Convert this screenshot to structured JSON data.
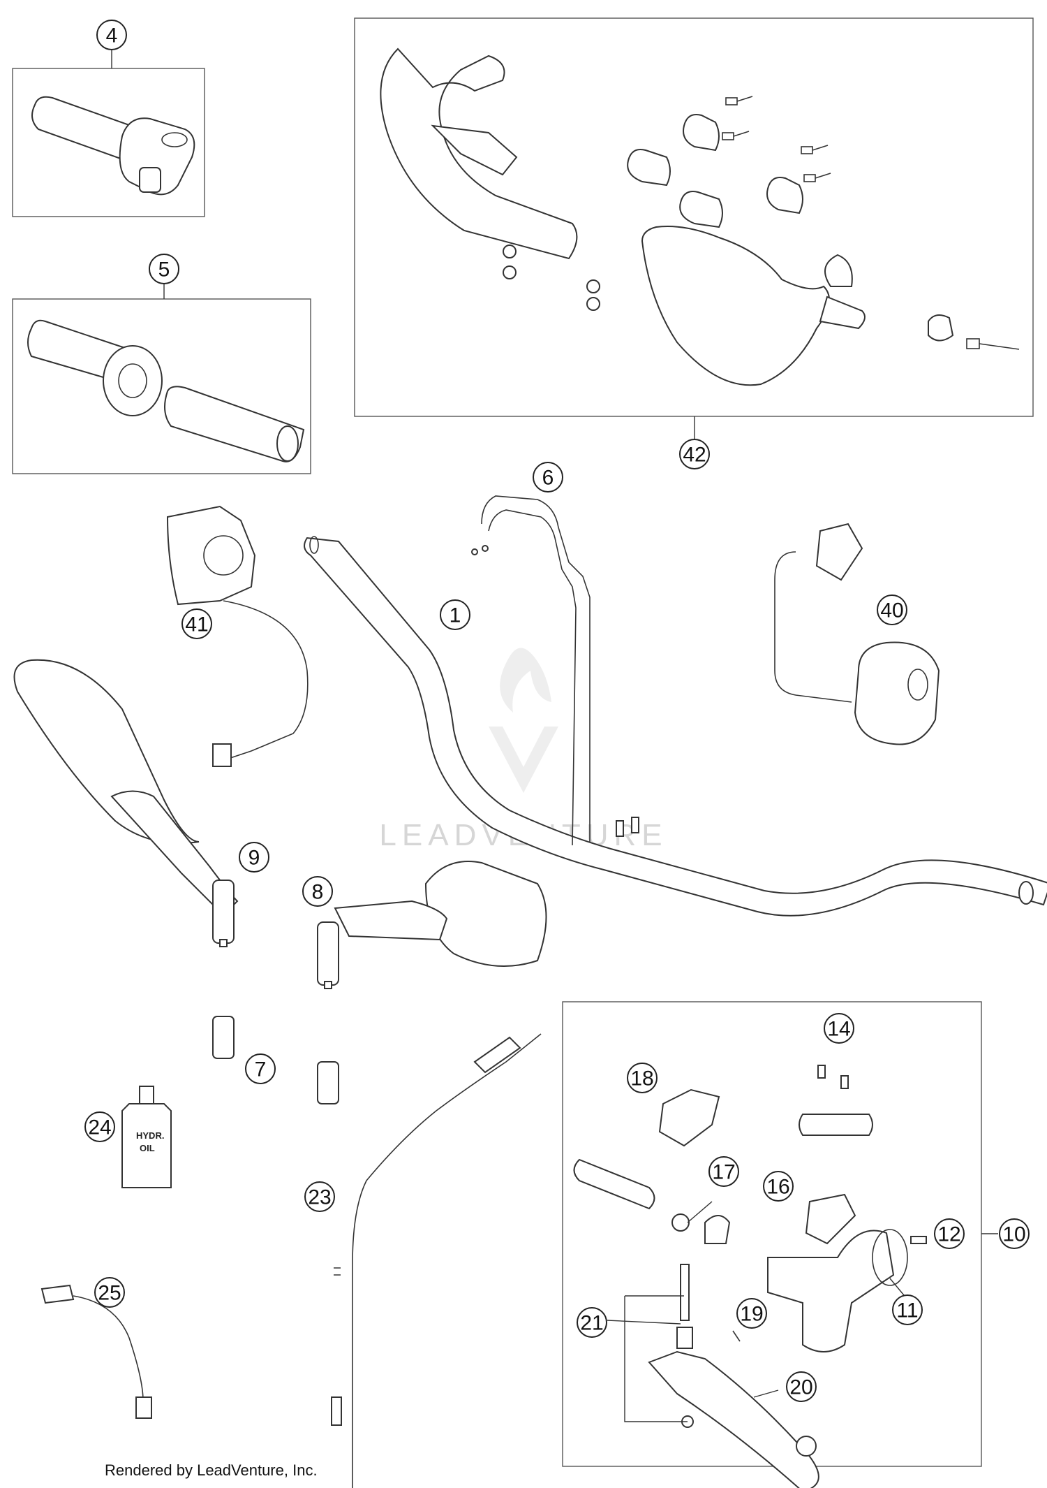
{
  "watermark": {
    "text": "LEADVENTURE"
  },
  "footer": {
    "credit": "Rendered by LeadVenture, Inc."
  },
  "oil_bottle": {
    "label_line1": "HYDR.",
    "label_line2": "OIL"
  },
  "callouts": {
    "c1": "1",
    "c4": "4",
    "c5": "5",
    "c6": "6",
    "c7": "7",
    "c8": "8",
    "c9": "9",
    "c10": "10",
    "c11": "11",
    "c12": "12",
    "c14": "14",
    "c16": "16",
    "c17": "17",
    "c18": "18",
    "c19": "19",
    "c20": "20",
    "c21": "21",
    "c23": "23",
    "c24": "24",
    "c25": "25",
    "c40": "40",
    "c41": "41",
    "c42": "42"
  }
}
